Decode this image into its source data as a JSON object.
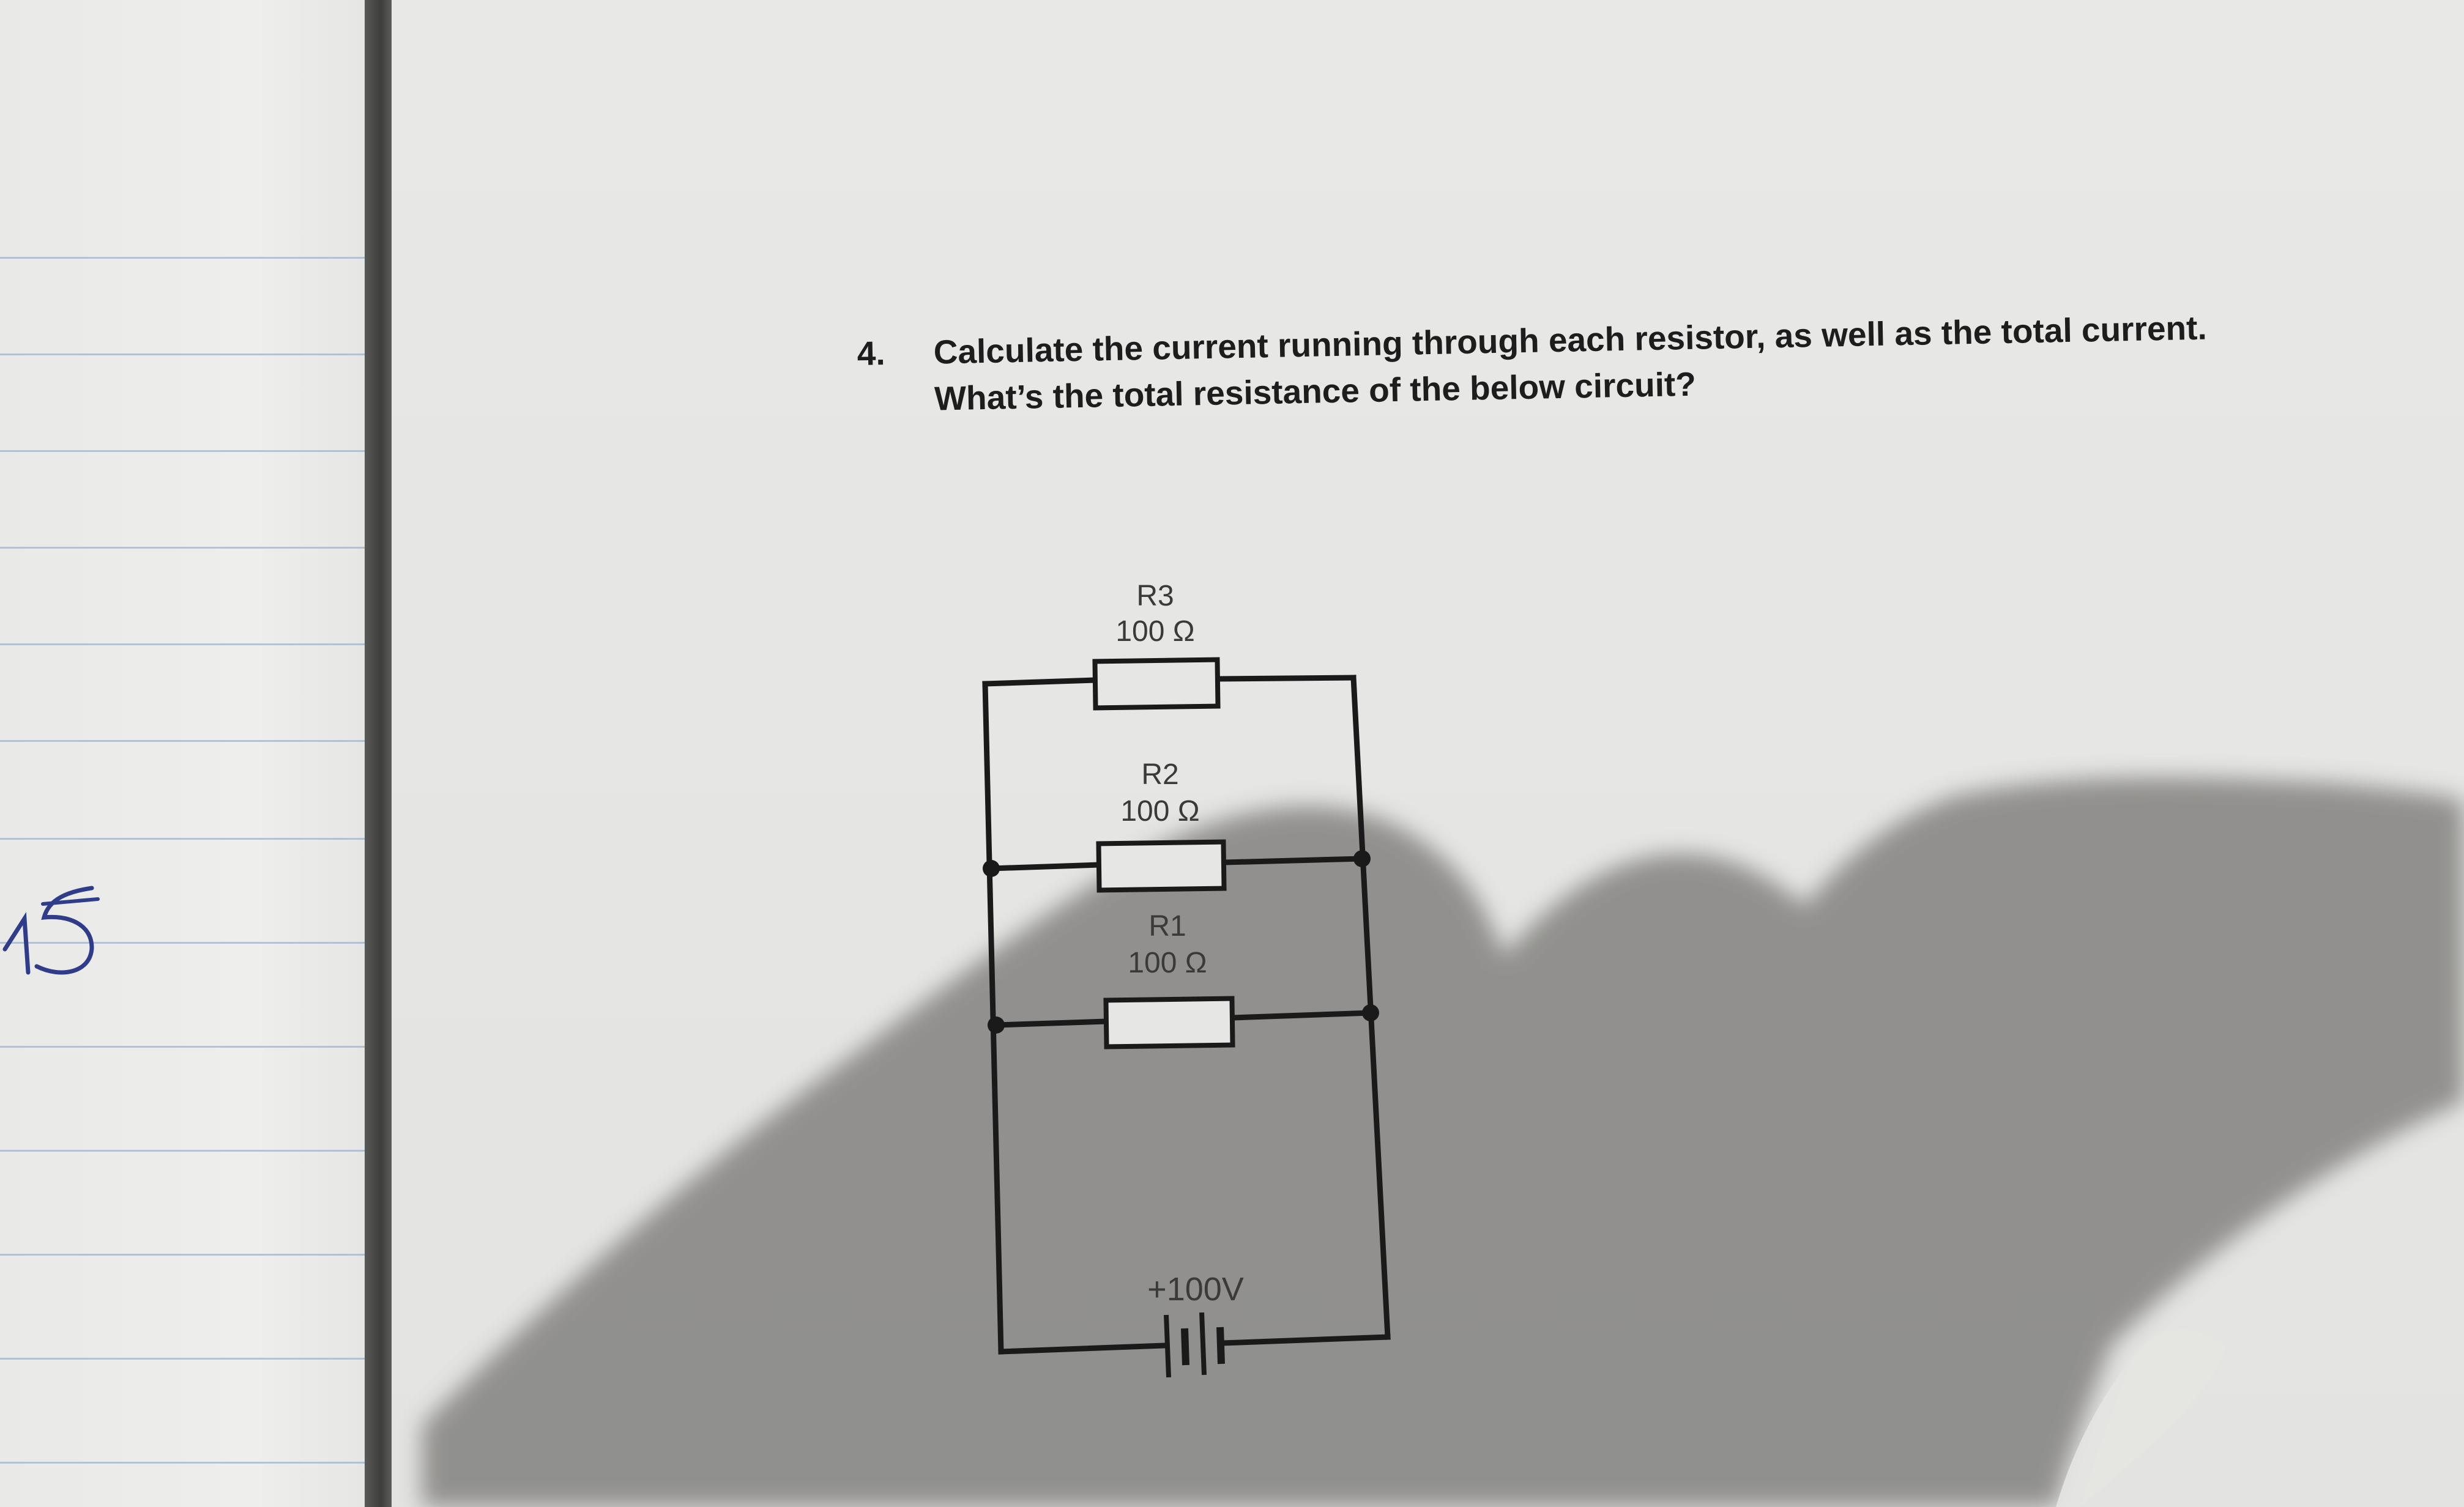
{
  "question": {
    "number": "4.",
    "line1": "Calculate the current running through each resistor, as well as the total current.",
    "line2": "What’s the total resistance of the below circuit?"
  },
  "circuit": {
    "resistors": [
      {
        "name": "R3",
        "value": "100 Ω"
      },
      {
        "name": "R2",
        "value": "100 Ω"
      },
      {
        "name": "R1",
        "value": "100 Ω"
      }
    ],
    "source": {
      "label": "+100V"
    }
  },
  "margin_note": "15"
}
